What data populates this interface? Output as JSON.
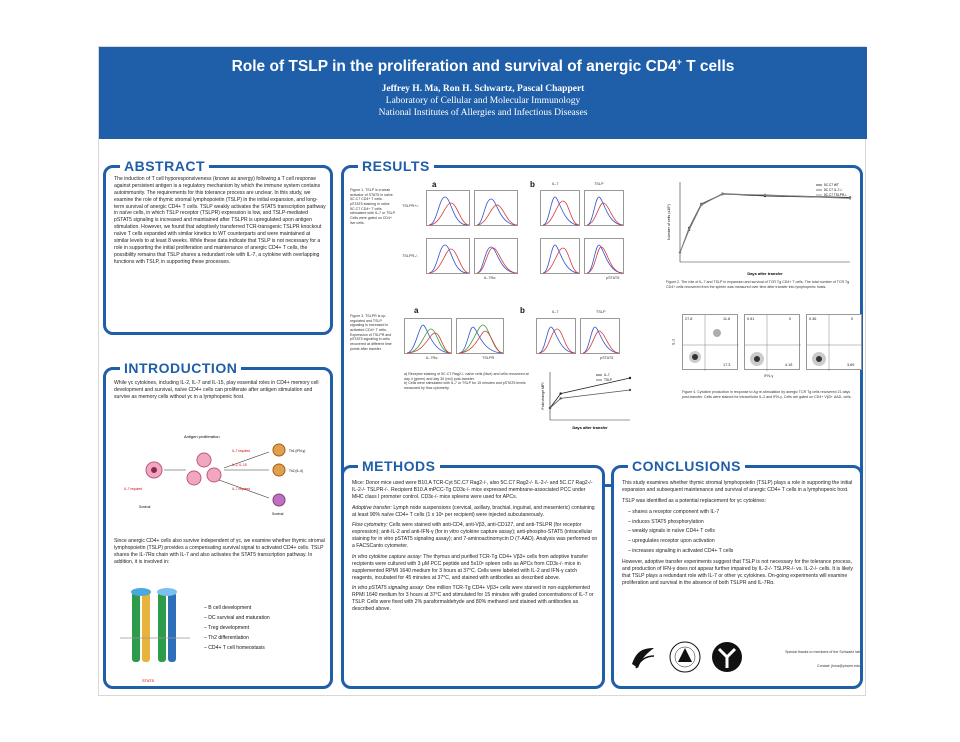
{
  "header": {
    "title_main": "Role of TSLP in the proliferation and survival of anergic CD4",
    "title_sup": "+",
    "title_end": " T cells",
    "authors": "Jeffrey H. Ma, Ron H. Schwartz, Pascal Chappert",
    "affil_lab": "Laboratory of Cellular and Molecular Immunology",
    "affil_inst": "National Institutes of Allergies and Infectious Diseases"
  },
  "abstract": {
    "heading": "ABSTRACT",
    "text": "The induction of T cell hyporesponsiveness (known as anergy) following a T cell response against persistent antigen is a regulatory mechanism by which the immune system contains autoimmunity. The requirements for this tolerance process are unclear. In this study, we examine the role of thymic stromal lymphopoietin (TSLP) in the initial expansion, and long-term survival of anergic CD4+ T cells. TSLP weakly activates the STAT5 transcription pathway in naïve cells, in which TSLP receptor (TSLPR) expression is low, and TSLP-mediated pSTAT5 signaling is increased and maintained after TSLPR is upregulated upon antigen stimulation. However, we found that adoptively transferred TCR-transgenic TSLPR knockout naïve T cells expanded with similar kinetics to WT counterparts and were maintained at similar levels to at least 8 weeks. While these data indicate that TSLP is not necessary for a role in supporting the initial proliferation and maintenance of anergic CD4+ T cells, the possibility remains that TSLP shares a redundant role with IL-7, a cytokine with overlapping functions with TSLP, in supporting these processes."
  },
  "introduction": {
    "heading": "INTRODUCTION",
    "text1": "While γc cytokines, including IL-2, IL-7 and IL-15, play essential roles in CD4+ memory cell development and survival, naïve CD4+ cells can proliferate after antigen stimulation and survive as memory cells without γc in a lymphopenic host.",
    "diagram_antigen_prolif": "Antigen proliferation",
    "diagram_il2": "IL-2, IL-15",
    "diagram_il7_1": "IL-7 required",
    "diagram_il7_2": "IL-7 required",
    "diagram_il7_3": "IL-7 required",
    "diagram_survival": "Survival",
    "diagram_survival2": "Survival",
    "diagram_th1": "Th1 (IFN-γ)",
    "diagram_th2": "Th2 (IL-4)",
    "text2": "Since anergic CD4+ cells also survive independent of γc, we examine whether thymic stromal lymphopoietin (TSLP) provides a compensating survival signal to activated CD4+ cells. TSLP shares the IL-7Rα chain with IL-7 and also activates the STAT5 transcription pathway. In addition, it is involved in:",
    "receptor_label": "STAT5",
    "roles": [
      "B cell development",
      "DC survival and maturation",
      "Treg development",
      "Th2 differentiation",
      "CD4+ T cell homeostasis"
    ]
  },
  "results": {
    "heading": "RESULTS",
    "fig1_caption": "Figure 1. TSLP is a weak activator of STAT5 in naïve 5C.C7 CD4+ T cells. pSTAT5 staining in naïve 5C.C7 CD4+ T cells stimulated with IL-7 or TSLP. Cells were gated on CD4+ live cells.",
    "fig1_a": "a",
    "fig1_b": "b",
    "fig1_il7": "IL-7",
    "fig1_tslp": "TSLP",
    "fig1_tslpr_pos": "TSLPR+/-",
    "fig1_tslpr_neg": "TSLPR-/-",
    "fig1_xaxis_a": "IL-7Rα",
    "fig1_xaxis_b": "pSTAT5",
    "fig2_caption": "Figure 2. The role of IL-7 and TSLP in expansion and survival of TCR Tg CD4+ T cells. The total number of TCR Tg CD4+ cells recovered from the spleen was measured over time after transfer into lymphopenic hosts.",
    "fig2_ylabel": "Number of cells (x10⁶)",
    "fig2_xlabel": "Days after transfer",
    "fig2_legend": [
      "5C.C7 WT",
      "5C.C7 IL-7-/-",
      "5C.C7 TSLPR-/-"
    ],
    "fig3_caption": "Figure 3. TSLPR is up-regulated and TSLP signaling is increased in activated CD4+ T cells. Expression of TSLPR and pSTAT5 signaling in cells recovered at different time points after transfer.",
    "fig3_a": "a",
    "fig3_b": "b",
    "fig3_il7": "IL-7",
    "fig3_tslp": "TSLP",
    "fig3_xaxis1": "IL-7Rα",
    "fig3_xaxis2": "TSLPR",
    "fig3_xaxis3": "pSTAT5",
    "fig3_notes_a": "a) Receptor staining of 5C.C7 Rag2-/- naïve cells (blue) and cells recovered at day 4 (green) and day 30 (red) post-transfer.",
    "fig3_notes_b": "b) Cells were stimulated with IL-7 or TSLP for 15 minutes and pSTAT5 levels measured by flow cytometry.",
    "fig3_line_ylabel": "Fold change MFI",
    "fig3_line_xlabel": "Days after transfer",
    "fig3_line_legend": [
      "IL-7",
      "TSLP"
    ],
    "fig4_caption": "Figure 4. Cytokine production in response to Ag re-stimulation by anergic TCR Tg cells recovered 21 days post-transfer. Cells were stained for intracellular IL-2 and IFN-γ. Cells are gated on CD4+ Vβ3+ AAD- cells.",
    "fig4_ylabel": "IL-2",
    "fig4_xlabel": "IFN-γ",
    "fig4_plots": [
      {
        "tl": "27.8",
        "tr": "11.6",
        "bl": "",
        "br": "17.3"
      },
      {
        "tl": "0.51",
        "tr": "0",
        "bl": "",
        "br": "4.15"
      },
      {
        "tl": "0.36",
        "tr": "0",
        "bl": "",
        "br": "3.69"
      }
    ]
  },
  "methods": {
    "heading": "METHODS",
    "p1": "Mice: Donor mice used were B10.A TCR-Cyt 5C.C7 Rag2-/-, also 5C.C7 Rag2-/- IL-2-/- and 5C.C7 Rag2-/- IL-2-/- TSLPR-/-. Recipient B10.A mPCC-Tg CD3ε-/- mice expressed membrane-associated PCC under MHC class I promoter control. CD3ε-/- mice spleens were used for APCs.",
    "p2_title": "Adoptive transfer:",
    "p2": " Lymph node suspensions (cervical, axillary, brachial, inguinal, and mesenteric) containing at least 90% naïve CD4+ T cells (1 x 10⁶ per recipient) were injected subcutaneously.",
    "p3_title": "Flow cytometry:",
    "p3": " Cells were stained with anti-CD4, anti-Vβ3, anti-CD127, and anti-TSLPR (for receptor expression); anti-IL-2 and anti-IFN-γ (for in vitro cytokine capture assay); anti-phospho-STAT5 (intracellular staining for in vitro pSTAT5 signaling assay); and 7-aminoactinomycin D (7-AAD). Analysis was performed on a FACSCanto cytometer.",
    "p4_title": "In vitro cytokine capture assay:",
    "p4": " The thymus and purified TCR-Tg CD4+ Vβ3+ cells from adoptive transfer recipients were cultured with 3 μM PCC peptide and 5x10⁶ spleen cells as APCs from CD3ε-/- mice in supplemented RPMI 1640 medium for 3 hours at 37°C. Cells were labeled with IL-2 and IFN-γ catch reagents, incubated for 45 minutes at 37°C, and stained with antibodies as described above.",
    "p5_title": "In vitro pSTAT5 signaling assay:",
    "p5": " One million TCR-Tg CD4+ Vβ3+ cells were starved in non-supplemented RPMI 1640 medium for 3 hours at 37°C and stimulated for 15 minutes with graded concentrations of IL-7 or TSLP. Cells were fixed with 2% paraformaldehyde and 80% methanol and stained with antibodies as described above."
  },
  "conclusions": {
    "heading": "CONCLUSIONS",
    "p1": "This study examines whether thymic stromal lymphopoietin (TSLP) plays a role in supporting the initial expansion and subsequent maintenance and survival of anergic CD4+ T cells in a lymphopenic host.",
    "p2": "TSLP was identified as a potential replacement for γc cytokines:",
    "bullets": [
      "shares a receptor component with IL-7",
      "induces STAT5 phosphorylation",
      "weakly signals in naïve CD4+ T cells",
      "upregulates receptor upon activation",
      "increases signaling in activated CD4+ T cells"
    ],
    "p3": "However, adoptive transfer experiments suggest that TSLP is not necessary for the tolerance process, and production of IFN-γ does not appear further impaired by IL-2-/- TSLPR-/- vs. IL-2-/- cells. It is likely that TSLP plays a redundant role with IL-7 or other γc cytokines. On-going experiments will examine proliferation and survival in the absence of both TSLPR and IL-7Rα.",
    "thanks": "Special thanks to members of the Schwartz lab",
    "contact": "Contact: jhma@pharm.edu"
  },
  "colors": {
    "brand_blue": "#1f5ea8",
    "series_blue": "#3355cc",
    "series_red": "#d43c3c",
    "series_green": "#3a9b3a"
  },
  "chart_data": [
    {
      "type": "line",
      "title": "",
      "xlabel": "Days after transfer",
      "ylabel": "Number of cells (x10⁶)",
      "x": [
        0,
        3,
        7,
        14,
        28,
        56
      ],
      "series": [
        {
          "name": "5C.C7 WT",
          "values": [
            0.3,
            5,
            80,
            250,
            200,
            160
          ]
        },
        {
          "name": "5C.C7 IL-7-/-",
          "values": [
            0.3,
            4,
            70,
            260,
            220,
            170
          ]
        },
        {
          "name": "5C.C7 TSLPR-/-",
          "values": [
            0.3,
            4.5,
            75,
            240,
            230,
            150
          ]
        }
      ],
      "yscale": "log"
    },
    {
      "type": "line",
      "title": "",
      "xlabel": "Days after transfer",
      "ylabel": "Fold change MFI",
      "x": [
        0,
        4,
        30
      ],
      "series": [
        {
          "name": "IL-7",
          "values": [
            1,
            2.2,
            3.5
          ]
        },
        {
          "name": "TSLP",
          "values": [
            1,
            1.8,
            2.5
          ]
        }
      ]
    }
  ]
}
